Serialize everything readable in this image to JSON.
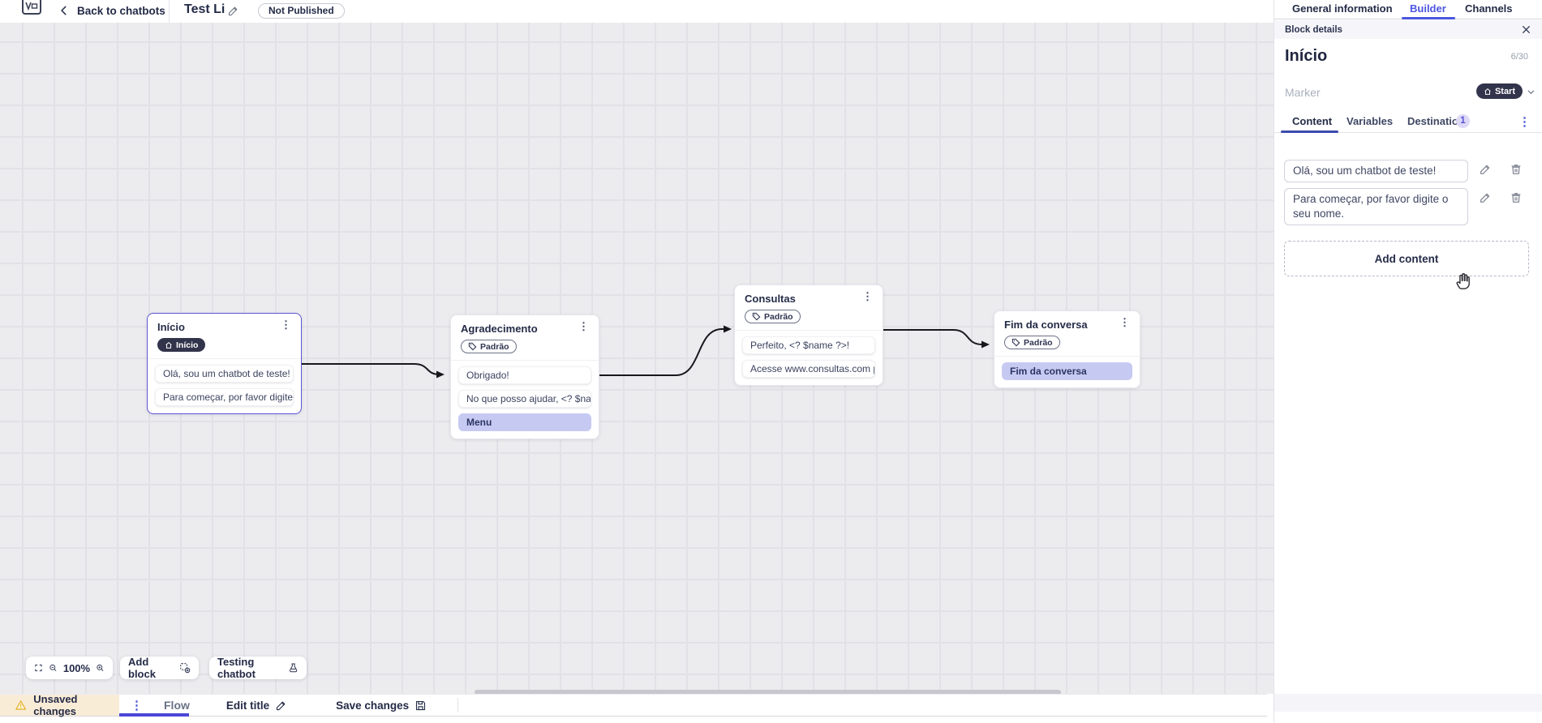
{
  "header": {
    "back_label": "Back to chatbots",
    "title": "Test Li",
    "status_badge": "Not Published",
    "nav_tabs": [
      {
        "label": "General information"
      },
      {
        "label": "Builder"
      },
      {
        "label": "Channels"
      }
    ]
  },
  "panel": {
    "header_label": "Block details",
    "block_title": "Início",
    "char_count": "6/30",
    "marker_label": "Marker",
    "marker_value": "Start",
    "tabs": [
      {
        "label": "Content"
      },
      {
        "label": "Variables"
      },
      {
        "label": "Destination",
        "badge": "1"
      }
    ],
    "content_items": [
      {
        "text": "Olá, sou um chatbot de teste!"
      },
      {
        "text": "Para começar, por favor digite o seu nome."
      }
    ],
    "add_content_label": "Add content"
  },
  "canvas": {
    "nodes": [
      {
        "title": "Início",
        "badge": "Início",
        "items": [
          {
            "text": "Olá, sou um chatbot de teste!"
          },
          {
            "text": "Para começar, por favor digite o ..."
          }
        ]
      },
      {
        "title": "Agradecimento",
        "badge": "Padrão",
        "items": [
          {
            "text": "Obrigado!"
          },
          {
            "text": "No que posso ajudar, <? $name ..."
          },
          {
            "text": "Menu"
          }
        ]
      },
      {
        "title": "Consultas",
        "badge": "Padrão",
        "items": [
          {
            "text": "Perfeito, <? $name ?>!"
          },
          {
            "text": "Acesse www.consultas.com par..."
          }
        ]
      },
      {
        "title": "Fim da conversa",
        "badge": "Padrão",
        "items": [
          {
            "text": "Fim da conversa"
          }
        ]
      }
    ],
    "controls": {
      "zoom_level": "100%",
      "add_block_label": "Add block",
      "testing_label": "Testing chatbot"
    }
  },
  "footer": {
    "unsaved_label": "Unsaved changes",
    "flow_label": "Flow",
    "edit_title_label": "Edit title",
    "save_label": "Save changes"
  },
  "colors": {
    "accent": "#4c55e0",
    "navy_text": "#242b47",
    "start_badge_bg": "#32344b",
    "item_highlight": "#c6caf2",
    "unsaved_bg": "#f9ecd7",
    "warning": "#e0ab1e"
  }
}
